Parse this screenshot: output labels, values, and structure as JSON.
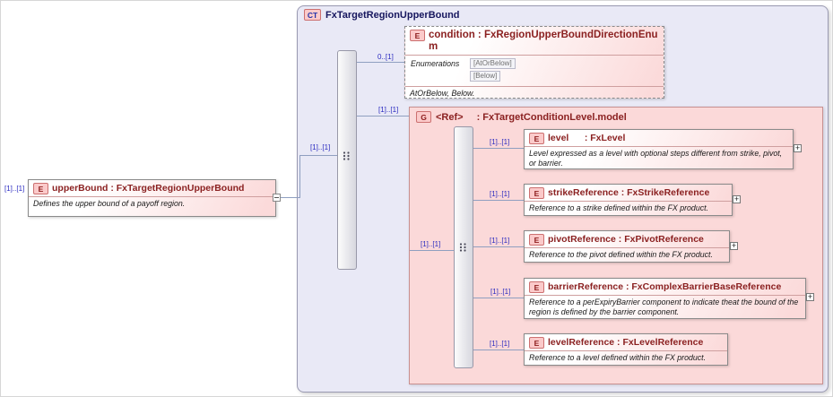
{
  "root_element": {
    "cardinality": "[1]..[1]",
    "icon_letter": "E",
    "title": "upperBound : FxTargetRegionUpperBound",
    "annotation": "Defines the upper bound of a payoff region."
  },
  "complex_type": {
    "badge": "CT",
    "title": "FxTargetRegionUpperBound",
    "sequence_cardinality": "[1]..[1]"
  },
  "condition_element": {
    "cardinality": "0..[1]",
    "icon_letter": "E",
    "title": "condition : FxRegionUpperBoundDirectionEnum",
    "enumerations_label": "Enumerations",
    "enum_values": [
      "[AtOrBelow]",
      "[Below]"
    ],
    "annotation": "AtOrBelow, Below."
  },
  "group": {
    "cardinality": "[1]..[1]",
    "icon_letter": "G",
    "ref_label": "<Ref>",
    "title": ": FxTargetConditionLevel.model",
    "sequence_cardinality": "[1]..[1]",
    "children": [
      {
        "cardinality": "[1]..[1]",
        "icon_letter": "E",
        "title": "level      : FxLevel",
        "annotation": "Level expressed as a level with optional steps different from strike, pivot, or barrier.",
        "expand": "+"
      },
      {
        "cardinality": "[1]..[1]",
        "icon_letter": "E",
        "title": "strikeReference : FxStrikeReference",
        "annotation": "Reference to a strike defined within the FX product.",
        "expand": "+"
      },
      {
        "cardinality": "[1]..[1]",
        "icon_letter": "E",
        "title": "pivotReference : FxPivotReference",
        "annotation": "Reference to the pivot defined within the FX product.",
        "expand": "+"
      },
      {
        "cardinality": "[1]..[1]",
        "icon_letter": "E",
        "title": "barrierReference : FxComplexBarrierBaseReference",
        "annotation": "Reference to a perExpiryBarrier component to indicate theat the bound of the region is defined by the barrier component.",
        "expand": "+"
      },
      {
        "cardinality": "[1]..[1]",
        "icon_letter": "E",
        "title": "levelReference : FxLevelReference",
        "annotation": "Reference to a level defined within the FX product."
      }
    ]
  },
  "colors": {
    "container_bg": "#e9e9f6",
    "group_bg": "#fbd9d9",
    "element_title": "#8b2121",
    "cardinality_text": "#2b2bc0"
  }
}
